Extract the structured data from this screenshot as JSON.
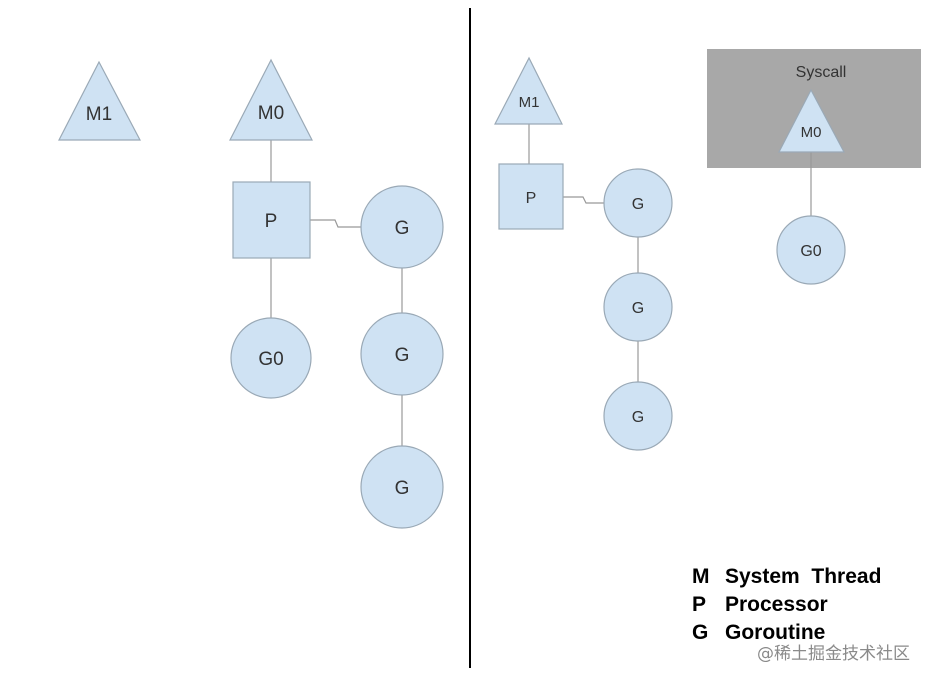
{
  "left": {
    "m1": "M1",
    "m0": "M0",
    "p": "P",
    "g0": "G0",
    "queue": [
      "G",
      "G",
      "G"
    ]
  },
  "right": {
    "syscall_title": "Syscall",
    "m0": "M0",
    "g0": "G0",
    "m1": "M1",
    "p": "P",
    "queue": [
      "G",
      "G",
      "G"
    ]
  },
  "legend": [
    {
      "key": "M",
      "text": "System  Thread"
    },
    {
      "key": "P",
      "text": "Processor"
    },
    {
      "key": "G",
      "text": "Goroutine"
    }
  ],
  "watermark": "@稀土掘金技术社区",
  "colors": {
    "shape_fill": "#cfe2f3",
    "shape_stroke": "#9aa9b6",
    "syscall_box": "#a8a8a8",
    "divider": "#000000",
    "connector": "#999999"
  }
}
